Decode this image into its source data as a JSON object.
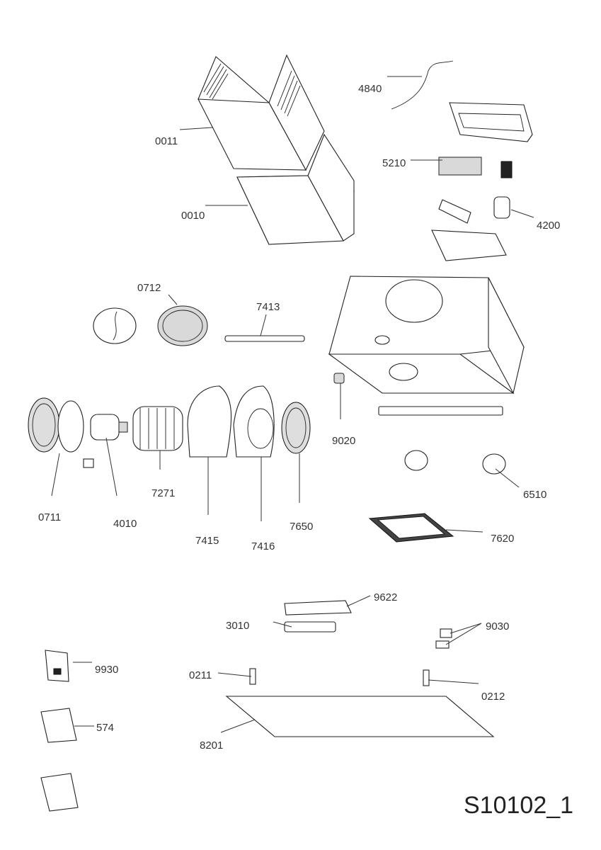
{
  "sheet_id": "S10102_1",
  "parts": [
    {
      "code": "0011",
      "icon": "upper-chimney"
    },
    {
      "code": "0010",
      "icon": "lower-chimney"
    },
    {
      "code": "4840",
      "icon": "power-cable"
    },
    {
      "code": "5210",
      "icon": "control-board"
    },
    {
      "code": "4200",
      "icon": "capacitor"
    },
    {
      "code": "0712",
      "icon": "carbon-filter-mesh"
    },
    {
      "code": "7413",
      "icon": "rail-bar"
    },
    {
      "code": "7271",
      "icon": "blower-wheel"
    },
    {
      "code": "0711",
      "icon": "motor-grille"
    },
    {
      "code": "4010",
      "icon": "fan-motor"
    },
    {
      "code": "7415",
      "icon": "fan-housing-half"
    },
    {
      "code": "7416",
      "icon": "fan-housing-half"
    },
    {
      "code": "7650",
      "icon": "fan-grille"
    },
    {
      "code": "9020",
      "icon": "clip"
    },
    {
      "code": "6510",
      "icon": "control-knob"
    },
    {
      "code": "7620",
      "icon": "grease-filter"
    },
    {
      "code": "9622",
      "icon": "lamp-bracket"
    },
    {
      "code": "3010",
      "icon": "led-light-strip"
    },
    {
      "code": "9030",
      "icon": "fixing-brackets"
    },
    {
      "code": "0211",
      "icon": "left-hinge"
    },
    {
      "code": "0212",
      "icon": "right-hinge"
    },
    {
      "code": "8201",
      "icon": "glass-panel"
    },
    {
      "code": "9930",
      "icon": "manual-pack"
    },
    {
      "code": "574",
      "icon": "screw-bag"
    }
  ]
}
